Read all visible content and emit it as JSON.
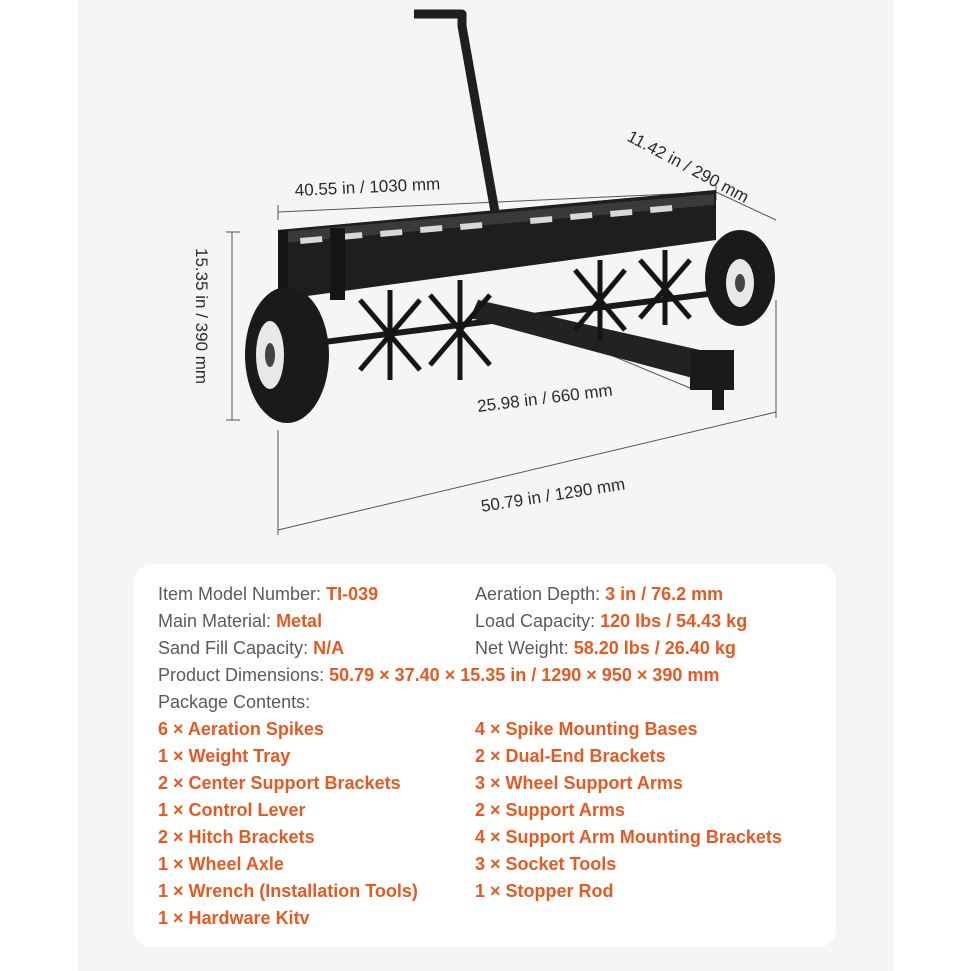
{
  "dimensions": {
    "width_top": "40.55 in / 1030 mm",
    "depth": "11.42 in / 290 mm",
    "height": "15.35 in / 390 mm",
    "axle_width": "25.98 in / 660 mm",
    "overall_length": "50.79 in / 1290 mm"
  },
  "specs": {
    "model_label": "Item Model Number:",
    "model_value": "TI-039",
    "depth_label": "Aeration Depth:",
    "depth_value": "3 in / 76.2 mm",
    "material_label": "Main Material:",
    "material_value": "Metal",
    "load_label": "Load Capacity:",
    "load_value": "120 lbs / 54.43 kg",
    "sand_label": "Sand Fill Capacity:",
    "sand_value": "N/A",
    "weight_label": "Net Weight:",
    "weight_value": "58.20 lbs / 26.40 kg",
    "dims_label": "Product Dimensions:",
    "dims_value": "50.79 × 37.40 × 15.35 in / 1290 × 950 × 390 mm",
    "package_label": "Package Contents:"
  },
  "package": {
    "left": [
      "6 × Aeration Spikes",
      "1 × Weight Tray",
      "2 × Center Support Brackets",
      "1 × Control Lever",
      "2 × Hitch Brackets",
      "1 × Wheel Axle",
      "1 × Wrench (Installation Tools)",
      "1 × Hardware Kitv"
    ],
    "right": [
      "4 × Spike Mounting Bases",
      "2 × Dual-End Brackets",
      "3 × Wheel Support Arms",
      "2 × Support Arms",
      "4 × Support Arm Mounting Brackets",
      "3 × Socket Tools",
      "1 × Stopper Rod"
    ]
  },
  "colors": {
    "accent": "#e55a22",
    "label": "#5a5a5a",
    "panel": "#f5f5f5",
    "card": "#ffffff"
  }
}
